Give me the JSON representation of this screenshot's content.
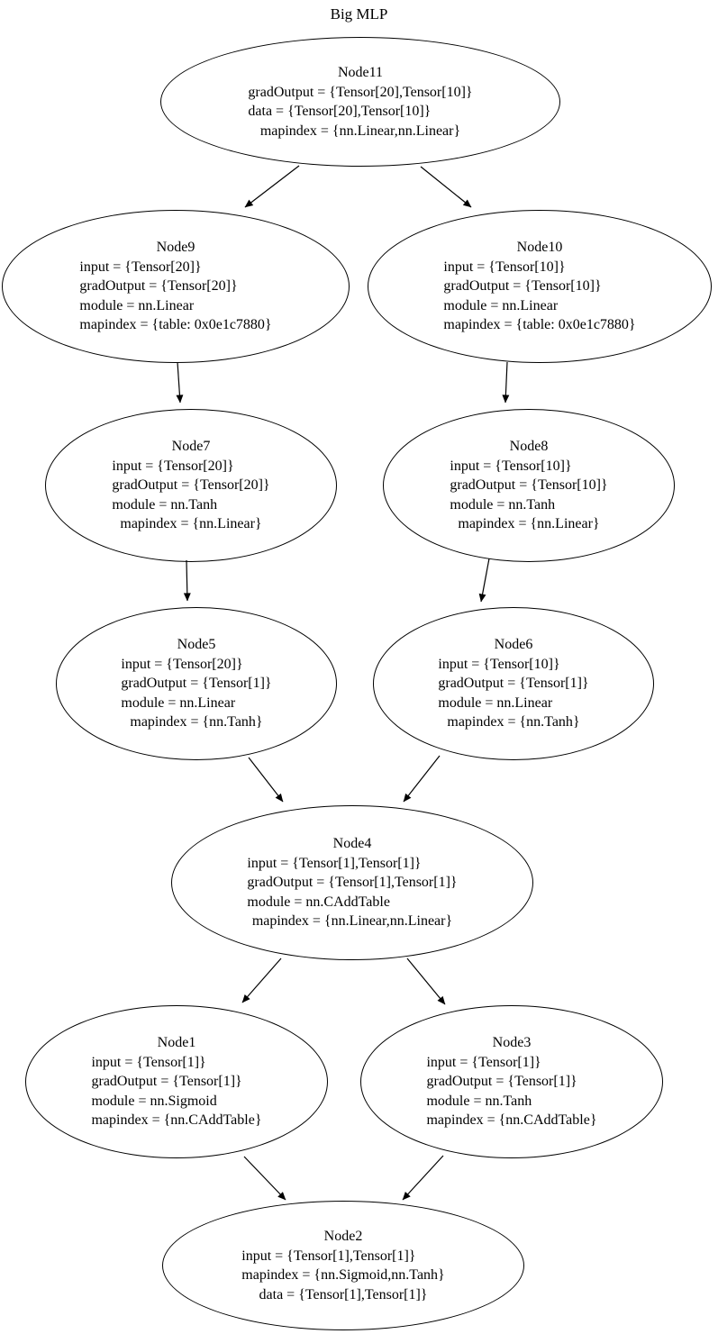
{
  "title": "Big MLP",
  "colors": {
    "stroke": "#000000",
    "text": "#000000",
    "background": "#ffffff"
  },
  "nodes": [
    {
      "id": "Node11",
      "title": "Node11",
      "lines": [
        "gradOutput = {Tensor[20],Tensor[10]}",
        "data = {Tensor[20],Tensor[10]}",
        "mapindex = {nn.Linear,nn.Linear}"
      ]
    },
    {
      "id": "Node9",
      "title": "Node9",
      "lines": [
        "input = {Tensor[20]}",
        "gradOutput = {Tensor[20]}",
        "module = nn.Linear",
        "mapindex = {table: 0x0e1c7880}"
      ]
    },
    {
      "id": "Node10",
      "title": "Node10",
      "lines": [
        "input = {Tensor[10]}",
        "gradOutput = {Tensor[10]}",
        "module = nn.Linear",
        "mapindex = {table: 0x0e1c7880}"
      ]
    },
    {
      "id": "Node7",
      "title": "Node7",
      "lines": [
        "input = {Tensor[20]}",
        "gradOutput = {Tensor[20]}",
        "module = nn.Tanh",
        "mapindex = {nn.Linear}"
      ]
    },
    {
      "id": "Node8",
      "title": "Node8",
      "lines": [
        "input = {Tensor[10]}",
        "gradOutput = {Tensor[10]}",
        "module = nn.Tanh",
        "mapindex = {nn.Linear}"
      ]
    },
    {
      "id": "Node5",
      "title": "Node5",
      "lines": [
        "input = {Tensor[20]}",
        "gradOutput = {Tensor[1]}",
        "module = nn.Linear",
        "mapindex = {nn.Tanh}"
      ]
    },
    {
      "id": "Node6",
      "title": "Node6",
      "lines": [
        "input = {Tensor[10]}",
        "gradOutput = {Tensor[1]}",
        "module = nn.Linear",
        "mapindex = {nn.Tanh}"
      ]
    },
    {
      "id": "Node4",
      "title": "Node4",
      "lines": [
        "input = {Tensor[1],Tensor[1]}",
        "gradOutput = {Tensor[1],Tensor[1]}",
        "module = nn.CAddTable",
        "mapindex = {nn.Linear,nn.Linear}"
      ]
    },
    {
      "id": "Node1",
      "title": "Node1",
      "lines": [
        "input = {Tensor[1]}",
        "gradOutput = {Tensor[1]}",
        "module = nn.Sigmoid",
        "mapindex = {nn.CAddTable}"
      ]
    },
    {
      "id": "Node3",
      "title": "Node3",
      "lines": [
        "input = {Tensor[1]}",
        "gradOutput = {Tensor[1]}",
        "module = nn.Tanh",
        "mapindex = {nn.CAddTable}"
      ]
    },
    {
      "id": "Node2",
      "title": "Node2",
      "lines": [
        "input = {Tensor[1],Tensor[1]}",
        "mapindex = {nn.Sigmoid,nn.Tanh}",
        "data = {Tensor[1],Tensor[1]}"
      ]
    }
  ],
  "edges": [
    {
      "from": "Node11",
      "to": "Node9"
    },
    {
      "from": "Node11",
      "to": "Node10"
    },
    {
      "from": "Node9",
      "to": "Node7"
    },
    {
      "from": "Node10",
      "to": "Node8"
    },
    {
      "from": "Node7",
      "to": "Node5"
    },
    {
      "from": "Node8",
      "to": "Node6"
    },
    {
      "from": "Node5",
      "to": "Node4"
    },
    {
      "from": "Node6",
      "to": "Node4"
    },
    {
      "from": "Node4",
      "to": "Node1"
    },
    {
      "from": "Node4",
      "to": "Node3"
    },
    {
      "from": "Node1",
      "to": "Node2"
    },
    {
      "from": "Node3",
      "to": "Node2"
    }
  ]
}
